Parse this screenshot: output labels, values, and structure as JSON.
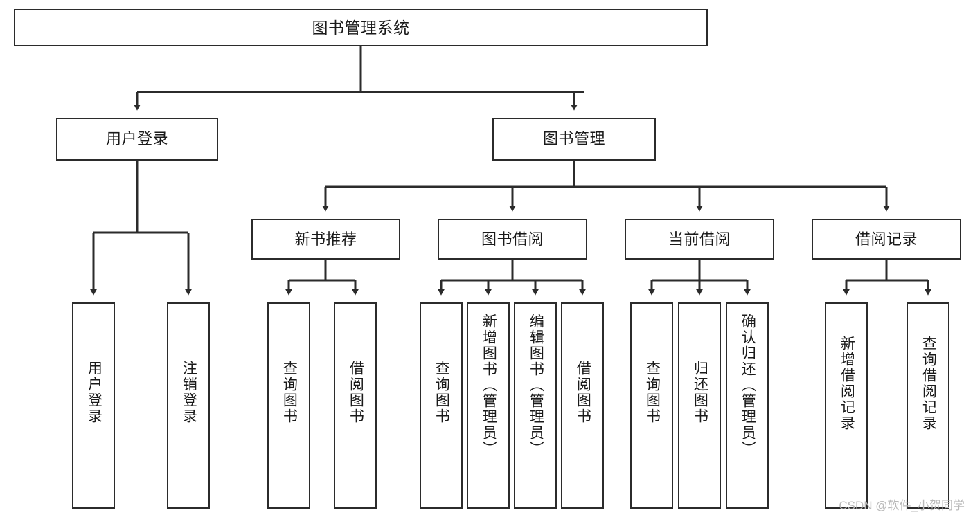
{
  "diagram": {
    "title": "图书管理系统",
    "type": "hierarchy-tree",
    "colors": {
      "box_border": "#2b2b2b",
      "box_fill": "#ffffff",
      "edge": "#2b2b2b",
      "text": "#1a1a1a",
      "watermark": "#b9b9b9"
    },
    "root": {
      "label": "图书管理系统"
    },
    "level2": [
      {
        "label": "用户登录"
      },
      {
        "label": "图书管理"
      }
    ],
    "level3": [
      {
        "label": "新书推荐"
      },
      {
        "label": "图书借阅"
      },
      {
        "label": "当前借阅"
      },
      {
        "label": "借阅记录"
      }
    ],
    "leaves": [
      {
        "label": "用户登录",
        "parent": "用户登录"
      },
      {
        "label": "注销登录",
        "parent": "用户登录"
      },
      {
        "label": "查询图书",
        "parent": "新书推荐"
      },
      {
        "label": "借阅图书",
        "parent": "新书推荐"
      },
      {
        "label": "查询图书",
        "parent": "图书借阅"
      },
      {
        "label": "新增图书（管理员）",
        "parent": "图书借阅"
      },
      {
        "label": "编辑图书（管理员）",
        "parent": "图书借阅"
      },
      {
        "label": "借阅图书",
        "parent": "图书借阅"
      },
      {
        "label": "查询图书",
        "parent": "当前借阅"
      },
      {
        "label": "归还图书",
        "parent": "当前借阅"
      },
      {
        "label": "确认归还（管理员）",
        "parent": "当前借阅"
      },
      {
        "label": "新增借阅记录",
        "parent": "借阅记录"
      },
      {
        "label": "查询借阅记录",
        "parent": "借阅记录"
      }
    ]
  },
  "watermark": {
    "text": "CSDN @软件_小贺同学"
  }
}
